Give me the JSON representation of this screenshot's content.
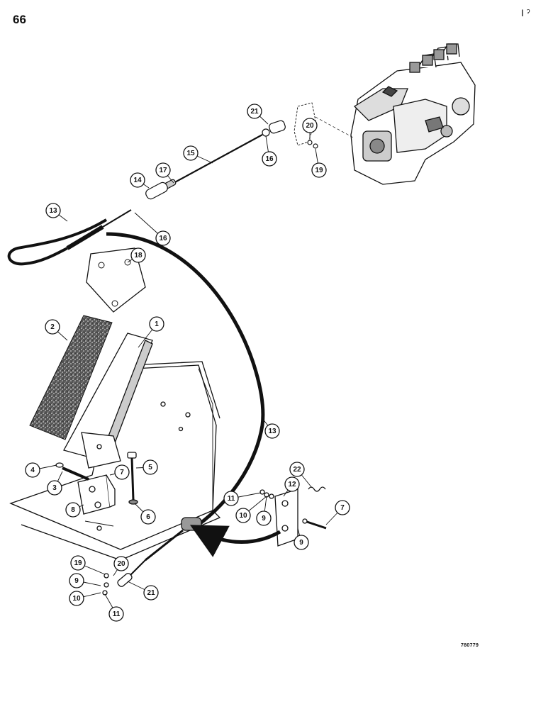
{
  "page_number": "66",
  "corner_mark": "I ˀ",
  "figure_id": "780779",
  "callouts": [
    {
      "label": "1"
    },
    {
      "label": "2"
    },
    {
      "label": "3"
    },
    {
      "label": "4"
    },
    {
      "label": "5"
    },
    {
      "label": "6"
    },
    {
      "label": "7"
    },
    {
      "label": "8"
    },
    {
      "label": "9"
    },
    {
      "label": "9"
    },
    {
      "label": "9"
    },
    {
      "label": "10"
    },
    {
      "label": "10"
    },
    {
      "label": "11"
    },
    {
      "label": "11"
    },
    {
      "label": "12"
    },
    {
      "label": "13"
    },
    {
      "label": "13"
    },
    {
      "label": "14"
    },
    {
      "label": "15"
    },
    {
      "label": "16"
    },
    {
      "label": "16"
    },
    {
      "label": "17"
    },
    {
      "label": "18"
    },
    {
      "label": "19"
    },
    {
      "label": "19"
    },
    {
      "label": "20"
    },
    {
      "label": "20"
    },
    {
      "label": "21"
    },
    {
      "label": "21"
    },
    {
      "label": "22"
    },
    {
      "label": "7"
    }
  ]
}
